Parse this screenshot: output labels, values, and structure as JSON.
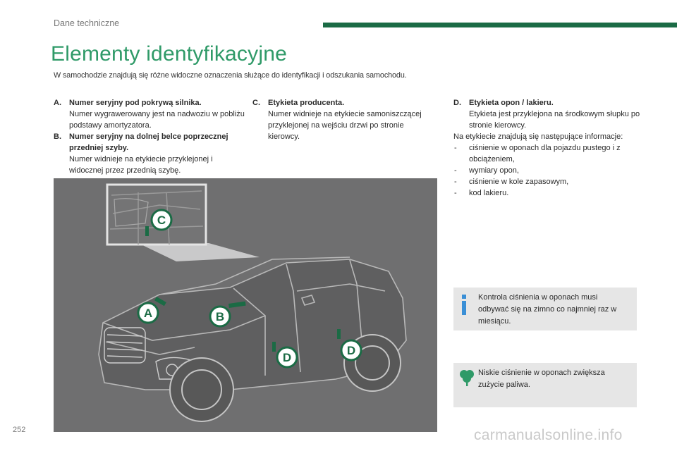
{
  "header": {
    "section": "Dane techniczne",
    "accent_color": "#1b6b45"
  },
  "title": "Elementy identyfikacyjne",
  "intro": "W samochodzie znajdują się różne widoczne oznaczenia służące do identyfikacji i odszukania samochodu.",
  "items": [
    {
      "letter": "A.",
      "heading": "Numer seryjny pod pokrywą silnika.",
      "text": "Numer wygrawerowany jest na nadwoziu w pobliżu podstawy amortyzatora."
    },
    {
      "letter": "B.",
      "heading": "Numer seryjny na dolnej belce poprzecznej przedniej szyby.",
      "text": "Numer widnieje na etykiecie przyklejonej i widocznej przez przednią szybę."
    },
    {
      "letter": "C.",
      "heading": "Etykieta producenta.",
      "text": "Numer widnieje na etykiecie samoniszczącej przyklejonej na wejściu drzwi po stronie kierowcy."
    },
    {
      "letter": "D.",
      "heading": "Etykieta opon / lakieru.",
      "text": "Etykieta jest przyklejona na środkowym słupku po stronie kierowcy."
    }
  ],
  "label_info": {
    "intro": "Na etykiecie znajdują się następujące informacje:",
    "bullets": [
      "ciśnienie w oponach dla pojazdu pustego i z obciążeniem,",
      "wymiary opon,",
      "ciśnienie w kole zapasowym,",
      "kod lakieru."
    ]
  },
  "figure": {
    "markers": [
      "A",
      "B",
      "C",
      "D",
      "D"
    ],
    "marker_color": "#1b6b45"
  },
  "notes": {
    "info": {
      "icon": "info-icon",
      "text": "Kontrola ciśnienia w oponach musi odbywać się na zimno co najmniej raz w miesiącu."
    },
    "eco": {
      "icon": "eco-leaf-icon",
      "text": "Niskie ciśnienie w oponach zwiększa zużycie paliwa."
    }
  },
  "page_number": "252",
  "watermark": "carmanualsonline.info"
}
